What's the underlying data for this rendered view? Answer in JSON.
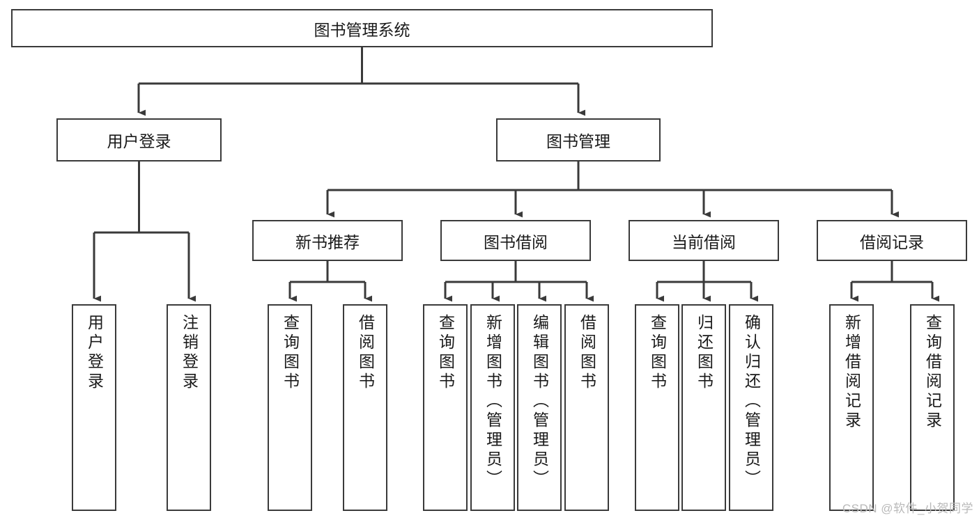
{
  "diagram": {
    "title": "图书管理系统",
    "watermark": "CSDN @软件_小贺同学",
    "line_color": "#3a3a3a",
    "box_fill": "#ffffff",
    "text_color": "#1a1a1a",
    "watermark_color": "#b9b9b9",
    "root": {
      "label": "图书管理系统"
    },
    "level2": [
      {
        "label": "用户登录"
      },
      {
        "label": "图书管理"
      }
    ],
    "level3": [
      {
        "label": "新书推荐"
      },
      {
        "label": "图书借阅"
      },
      {
        "label": "当前借阅"
      },
      {
        "label": "借阅记录"
      }
    ],
    "leaves": [
      {
        "label": "用户登录",
        "parent": "用户登录"
      },
      {
        "label": "注销登录",
        "parent": "用户登录"
      },
      {
        "label": "查询图书",
        "parent": "新书推荐"
      },
      {
        "label": "借阅图书",
        "parent": "新书推荐"
      },
      {
        "label": "查询图书",
        "parent": "图书借阅"
      },
      {
        "label": "新增图书（管理员）",
        "parent": "图书借阅"
      },
      {
        "label": "编辑图书（管理员）",
        "parent": "图书借阅"
      },
      {
        "label": "借阅图书",
        "parent": "图书借阅"
      },
      {
        "label": "查询图书",
        "parent": "当前借阅"
      },
      {
        "label": "归还图书",
        "parent": "当前借阅"
      },
      {
        "label": "确认归还（管理员）",
        "parent": "当前借阅"
      },
      {
        "label": "新增借阅记录",
        "parent": "借阅记录"
      },
      {
        "label": "查询借阅记录",
        "parent": "借阅记录"
      }
    ]
  }
}
